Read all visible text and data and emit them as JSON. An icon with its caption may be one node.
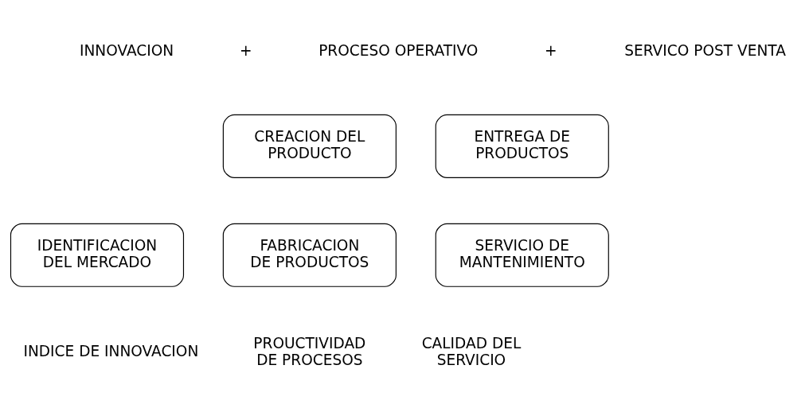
{
  "diagram": {
    "nodes": [
      {
        "text": [
          "CREACION DEL PRODUCTO"
        ]
      },
      {
        "text": [
          "ENTREGA DE PRODUCTOS"
        ]
      },
      {
        "text": [
          "IDENTIFICACION DEL MERCADO"
        ]
      },
      {
        "text": [
          "FABRICACION DE PRODUCTOS"
        ]
      },
      {
        "text": [
          "SERVICIO DE MANTENIMIENTO"
        ]
      }
    ],
    "edges": [],
    "labels": [
      "INNOVACION",
      "+",
      "PROCESO OPERATIVO",
      "+",
      "SERVICO POST VENTA",
      "INDICE DE INNOVACION",
      "PROUCTIVIDAD DE PROCESOS",
      "CALIDAD DEL SERVICIO"
    ]
  }
}
